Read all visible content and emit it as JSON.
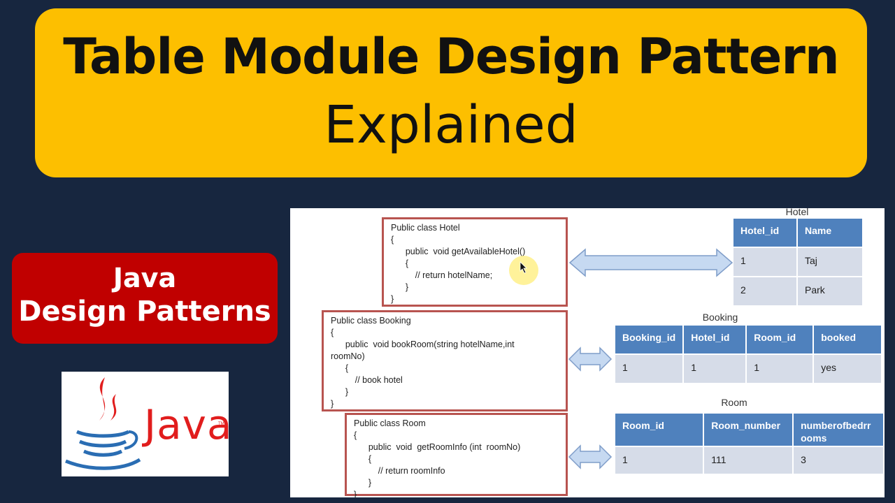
{
  "title": {
    "line1": "Table Module Design Pattern",
    "line2": "Explained"
  },
  "badge": {
    "line1": "Java",
    "line2": "Design Patterns"
  },
  "logo": {
    "word": "Java",
    "icon": "java-coffee-cup-icon",
    "tm": "TM"
  },
  "colors": {
    "background": "#17263f",
    "banner": "#fdbf00",
    "badge": "#c00000",
    "box_border": "#b85450",
    "header_cell": "#4f81bd",
    "data_cell": "#d6dce8",
    "arrow_fill": "#c6d9f1"
  },
  "diagram": {
    "code_boxes": [
      {
        "lines": [
          "Public class Hotel",
          "{",
          "      public  void getAvailableHotel()",
          "      {",
          "          // return hotelName;",
          "      }",
          "}"
        ]
      },
      {
        "lines": [
          "Public class Booking",
          "{",
          "      public  void bookRoom(string hotelName,int",
          "roomNo)",
          "      {",
          "          // book hotel",
          "      }",
          "}"
        ]
      },
      {
        "lines": [
          "Public class Room",
          "{",
          "      public  void  getRoomInfo (int  roomNo)",
          "      {",
          "          // return roomInfo",
          "      }",
          "}"
        ]
      }
    ],
    "tables": [
      {
        "caption": "Hotel",
        "headers": [
          "Hotel_id",
          "Name"
        ],
        "rows": [
          [
            "1",
            "Taj"
          ],
          [
            "2",
            "Park"
          ]
        ]
      },
      {
        "caption": "Booking",
        "headers": [
          "Booking_id",
          "Hotel_id",
          "Room_id",
          "booked"
        ],
        "rows": [
          [
            "1",
            "1",
            "1",
            "yes"
          ]
        ]
      },
      {
        "caption": "Room",
        "headers": [
          "Room_id",
          "Room_number",
          "numberofbedrr\nooms"
        ],
        "rows": [
          [
            "1",
            "111",
            "3"
          ]
        ]
      }
    ]
  }
}
